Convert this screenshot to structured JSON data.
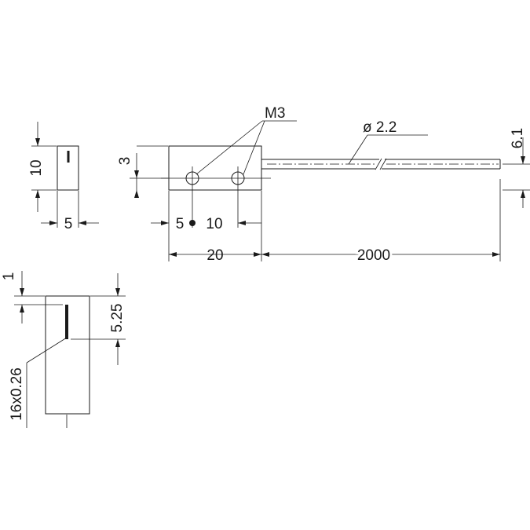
{
  "labels": {
    "thread": "M3",
    "cable_diameter": "ø 2.2",
    "side_height": "10",
    "side_width": "5",
    "hole_offset": "3",
    "cable_offset": "6.1",
    "hole_spacing_a": "5",
    "hole_spacing_b": "10",
    "body_length": "20",
    "cable_length": "2000",
    "face_top_offset": "1",
    "face_slot_depth": "5.25",
    "face_slot_size": "16x0.26"
  }
}
